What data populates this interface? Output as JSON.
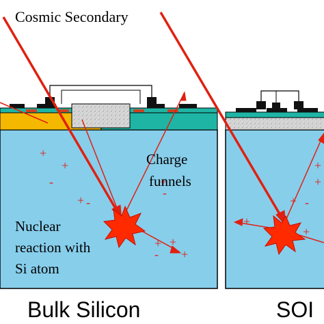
{
  "labels": {
    "cosmic": "Cosmic Secondary",
    "charge_line1": "Charge",
    "charge_line2": "funnels",
    "nuclear_line1": "Nuclear",
    "nuclear_line2": "reaction with",
    "nuclear_line3": "Si atom",
    "bulk": "Bulk Silicon",
    "soi": "SOI"
  },
  "charge_signs": {
    "plus": "+",
    "minus": "-"
  },
  "colors": {
    "substrate": "#87CEEB",
    "p_well": "#F5B800",
    "n_well": "#1FB5A5",
    "oxide": "#D8D8D8",
    "track": "#E02010",
    "burst": "#FF2A00",
    "outline": "#000000",
    "gate": "#111111"
  }
}
